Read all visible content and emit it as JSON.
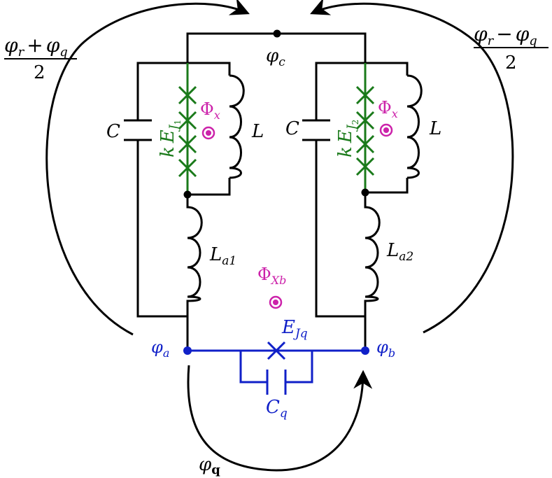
{
  "colors": {
    "wire": "#000000",
    "junction_array": "#1a7a1a",
    "qubit": "#1020c8",
    "flux": "#cc22aa"
  },
  "labels": {
    "top_left_fraction": {
      "num_a": "φ",
      "num_a_sub": "r",
      "num_op": "+",
      "num_b": "φ",
      "num_b_sub": "q",
      "den": "2"
    },
    "top_right_fraction": {
      "num_a": "φ",
      "num_a_sub": "r",
      "num_op": "−",
      "num_b": "φ",
      "num_b_sub": "q",
      "den": "2"
    },
    "node_c": {
      "sym": "φ",
      "sub": "c"
    },
    "node_a": {
      "sym": "φ",
      "sub": "a"
    },
    "node_b": {
      "sym": "φ",
      "sub": "b"
    },
    "bottom_phase": {
      "sym": "φ",
      "sub": "q"
    },
    "cap_left": "C",
    "cap_right": "C",
    "ind_left": "L",
    "ind_right": "L",
    "array_left": {
      "k": "k",
      "E": "E",
      "J": "J",
      "n": "1"
    },
    "array_right": {
      "k": "k",
      "E": "E",
      "J": "J",
      "n": "2"
    },
    "flux_left": {
      "sym": "Φ",
      "sub": "x"
    },
    "flux_right": {
      "sym": "Φ",
      "sub": "x"
    },
    "flux_center": {
      "sym": "Φ",
      "sub": "Xb"
    },
    "la1": {
      "sym": "L",
      "sub": "a1"
    },
    "la2": {
      "sym": "L",
      "sub": "a2"
    },
    "ejq": {
      "sym": "E",
      "sub": "Jq"
    },
    "cq": {
      "sym": "C",
      "sub": "q"
    }
  }
}
